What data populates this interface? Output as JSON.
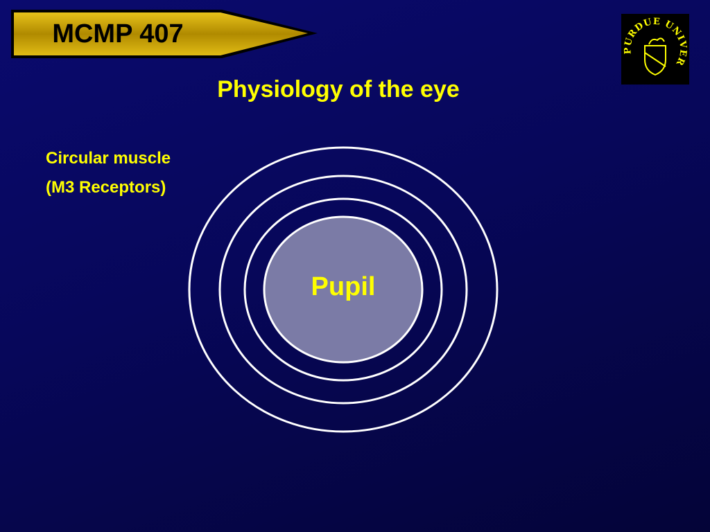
{
  "header": {
    "course_code": "MCMP 407",
    "logo_text": "PURDUE UNIVERSITY"
  },
  "title": "Physiology of the eye",
  "annotation": {
    "line1": "Circular muscle",
    "line2": "(M3 Receptors)"
  },
  "diagram": {
    "pupil_label": "Pupil",
    "ring_count": 3
  },
  "colors": {
    "background": "#07075a",
    "text_accent": "#ffff00",
    "banner_fill": "#c9a400",
    "ring_stroke": "#ffffff",
    "pupil_fill": "#7b7ba6"
  }
}
